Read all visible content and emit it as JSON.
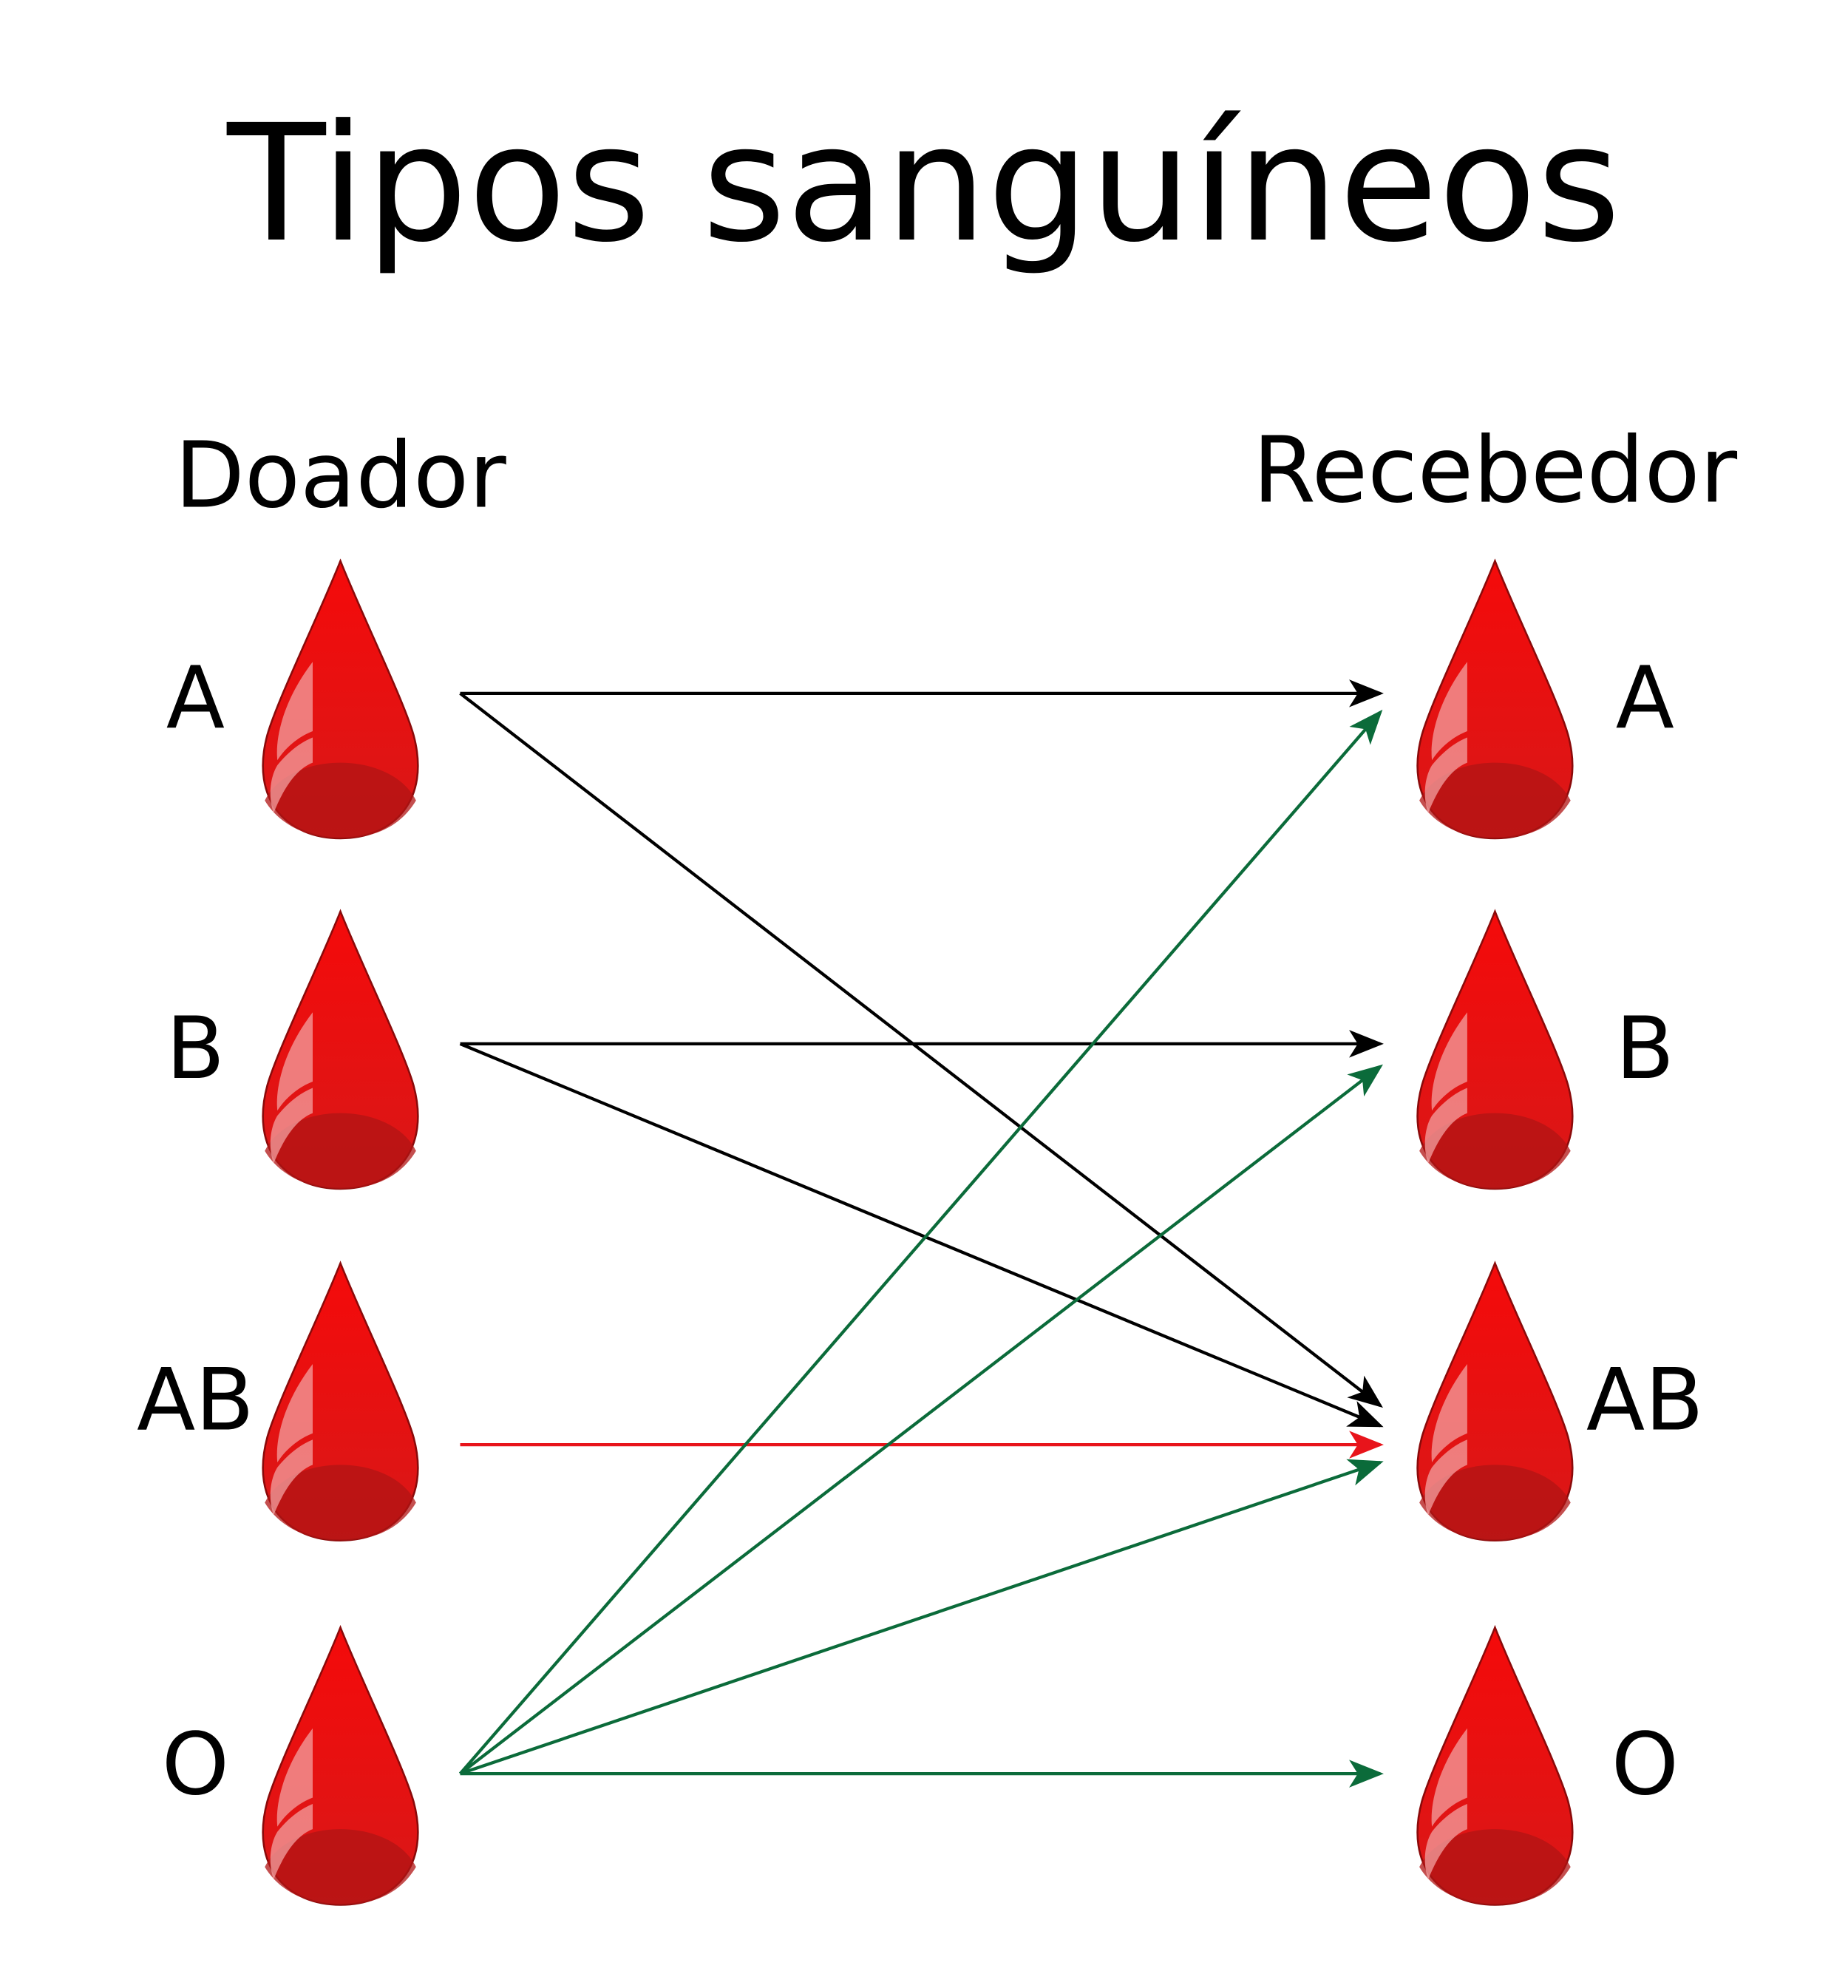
{
  "title": "Tipos sanguíneos",
  "donor_heading": "Doador",
  "recipient_heading": "Recebedor",
  "donors": [
    "A",
    "B",
    "AB",
    "O"
  ],
  "recipients": [
    "A",
    "B",
    "AB",
    "O"
  ],
  "colors": {
    "black": "#000000",
    "red": "#e8141b",
    "green": "#0b6b3a",
    "drop": "#e31212"
  },
  "connections": [
    {
      "from": "A",
      "to": "A",
      "color": "black"
    },
    {
      "from": "A",
      "to": "AB",
      "color": "black"
    },
    {
      "from": "B",
      "to": "B",
      "color": "black"
    },
    {
      "from": "B",
      "to": "AB",
      "color": "black"
    },
    {
      "from": "AB",
      "to": "AB",
      "color": "red"
    },
    {
      "from": "O",
      "to": "A",
      "color": "green"
    },
    {
      "from": "O",
      "to": "B",
      "color": "green"
    },
    {
      "from": "O",
      "to": "AB",
      "color": "green"
    },
    {
      "from": "O",
      "to": "O",
      "color": "green"
    }
  ]
}
